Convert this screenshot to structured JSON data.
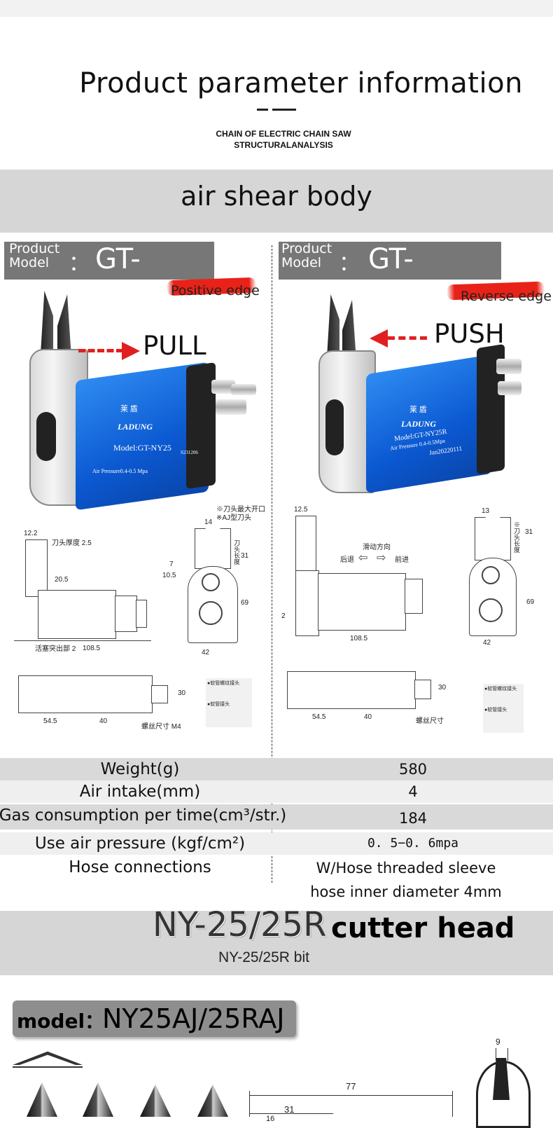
{
  "header": {
    "title": "Product parameter information",
    "subtitle_line1": "CHAIN OF ELECTRIC CHAIN SAW",
    "subtitle_line2": "STRUCTURALANALYSIS"
  },
  "section1": {
    "title": "air shear body"
  },
  "left_product": {
    "label_line1": "Product",
    "label_line2": "Model",
    "colon": "：",
    "model": "GT-NY25",
    "edge": "Positive edge",
    "direction": "PULL",
    "brand": "LADUNG",
    "brand_cn": "莱 盾",
    "plate_model": "Model:GT-NY25",
    "plate_pressure": "Air Pressure0.4-0.5 Mpa",
    "plate_code": "S231206",
    "note1": "※刀头最大开口",
    "note2": "※AJ型刀头",
    "dims": {
      "d12_2": "12.2",
      "blade_thick": "刀头厚度 2.5",
      "d20_5": "20.5",
      "d108_5": "108.5",
      "piston": "活塞突出部 2",
      "d14": "14",
      "d31": "31",
      "d7": "7",
      "d10_5": "10.5",
      "d69": "69",
      "d42": "42",
      "blade_len": "刀头长度",
      "d54_5": "54.5",
      "d40": "40",
      "d30": "30",
      "thread": "螺丝尺寸 M4",
      "hose_thread": "●软管螺纹接头",
      "hose_joint": "●软管接头"
    }
  },
  "right_product": {
    "label_line1": "Product",
    "label_line2": "Model",
    "colon": "：",
    "model": "GT-NY25R",
    "edge": "Reverse edge",
    "direction": "PUSH",
    "brand": "LADUNG",
    "brand_cn": "莱 盾",
    "plate_model": "Model:GT-NY25R",
    "plate_pressure": "Air Pressure 0.4-0.5Mpa",
    "plate_code": "Jan20220111",
    "dims": {
      "d12_5": "12.5",
      "slide_dir": "滑动方向",
      "back": "后退",
      "fwd": "前进",
      "d2": "2",
      "d108_5": "108.5",
      "d13": "13",
      "d31": "31",
      "d69": "69",
      "d42": "42",
      "blade_len": "※刀头长度",
      "d54_5": "54.5",
      "d40": "40",
      "d30": "30",
      "thread": "螺丝尺寸",
      "hose_thread": "●软管螺纹接头",
      "hose_joint": "●软管接头"
    }
  },
  "specs": [
    {
      "label": "Weight(g)",
      "value": "580"
    },
    {
      "label": "Air intake(mm)",
      "value": "4"
    },
    {
      "label": "Gas consumption per time(cm³/str.)",
      "value": "184"
    },
    {
      "label": "Use air pressure (kgf/cm²)",
      "value": "0. 5−0. 6mpa"
    },
    {
      "label": "Hose connections",
      "value": "W/Hose threaded sleeve",
      "value2": "hose inner diameter 4mm"
    }
  ],
  "section2": {
    "title_part1": "NY-25/25R",
    "title_part2": "cutter head",
    "subtitle": "NY-25/25R bit"
  },
  "bit": {
    "label": "model",
    "colon": "：",
    "value": "NY25AJ/25RAJ",
    "dims": {
      "d77": "77",
      "d31": "31",
      "d16": "16",
      "d9": "9"
    }
  },
  "colors": {
    "band": "#d6d6d6",
    "accent_red": "#e82218",
    "tool_blue": "#0b58d1"
  }
}
